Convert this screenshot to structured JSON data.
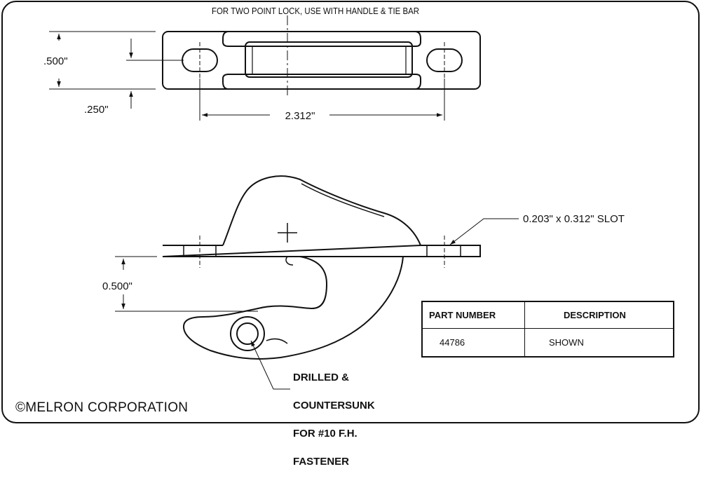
{
  "title_note": "FOR TWO POINT LOCK, USE WITH HANDLE & TIE BAR",
  "dimensions": {
    "height_top": ".500\"",
    "offset": ".250\"",
    "width": "2.312\"",
    "height_side": "0.500\"",
    "slot": "0.203\" x 0.312\" SLOT"
  },
  "drill_note": {
    "lines": [
      "DRILLED &",
      "COUNTERSUNK",
      "FOR #10 F.H.",
      "FASTENER"
    ]
  },
  "parts_table": {
    "headers": [
      "PART NUMBER",
      "DESCRIPTION"
    ],
    "rows": [
      {
        "part_number": "44786",
        "description": "SHOWN"
      }
    ]
  },
  "copyright": "©MELRON CORPORATION"
}
